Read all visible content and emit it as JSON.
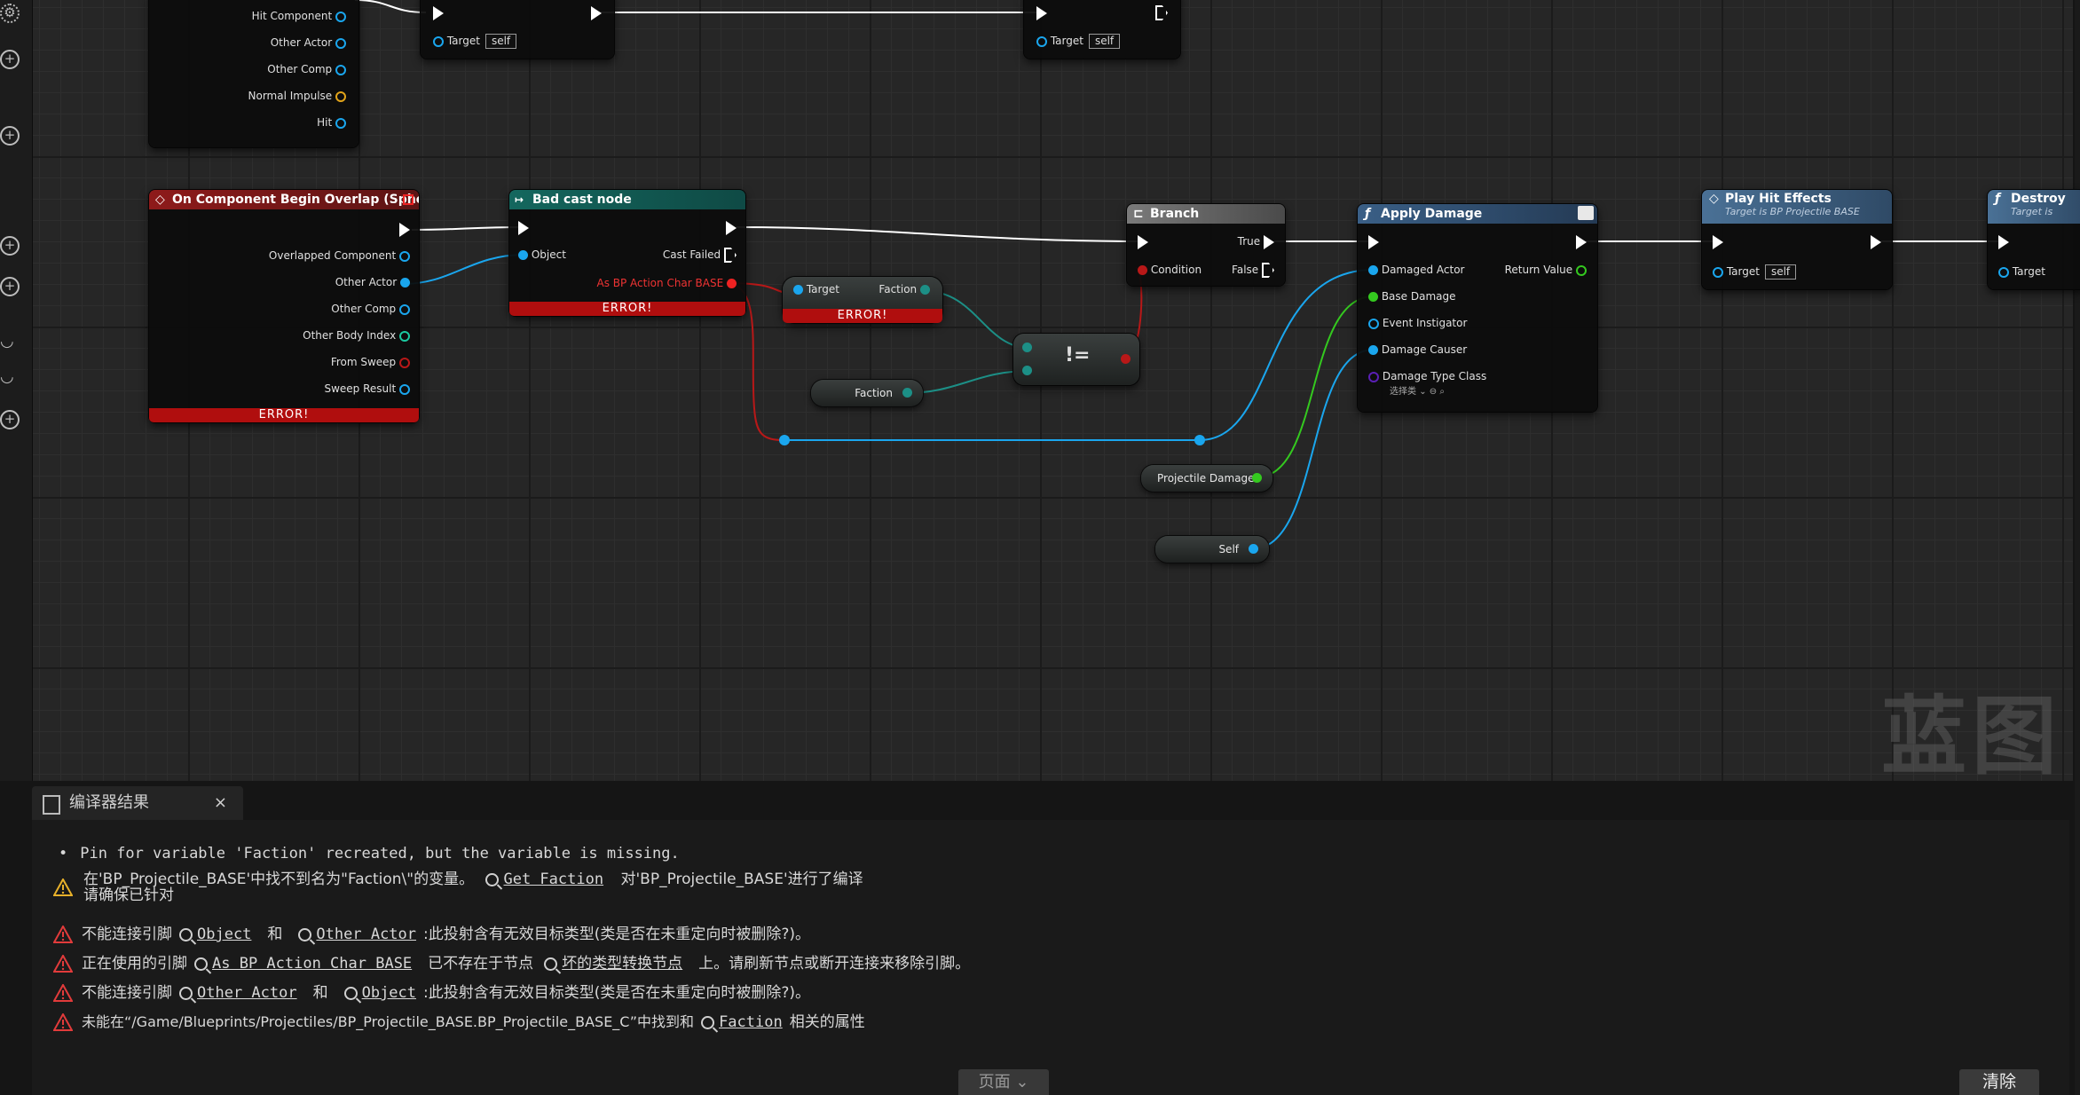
{
  "graph": {
    "watermark": "蓝图",
    "top_event": {
      "pins": [
        "Hit Component",
        "Other Actor",
        "Other Comp",
        "Normal Impulse",
        "Hit"
      ]
    },
    "top_call_1": {
      "target_label": "Target",
      "target_value": "self"
    },
    "top_call_2": {
      "target_label": "Target",
      "target_value": "self"
    },
    "overlap_event": {
      "title": "On Component Begin Overlap (Sphere)",
      "pins": [
        "Overlapped Component",
        "Other Actor",
        "Other Comp",
        "Other Body Index",
        "From Sweep",
        "Sweep Result"
      ],
      "error": "ERROR!"
    },
    "cast_node": {
      "title": "Bad cast node",
      "object_pin": "Object",
      "cast_failed_pin": "Cast Failed",
      "as_pin": "As BP Action Char BASE",
      "error": "ERROR!"
    },
    "faction_get": {
      "target": "Target",
      "faction": "Faction",
      "error": "ERROR!"
    },
    "faction_var": {
      "label": "Faction"
    },
    "not_equal": {
      "symbol": "!="
    },
    "branch": {
      "title": "Branch",
      "condition": "Condition",
      "true_label": "True",
      "false_label": "False"
    },
    "apply_damage": {
      "title": "Apply Damage",
      "pins": [
        "Damaged Actor",
        "Base Damage",
        "Event Instigator",
        "Damage Causer",
        "Damage Type Class"
      ],
      "return_value": "Return Value",
      "class_select": "选择类"
    },
    "projectile_damage": {
      "label": "Projectile Damage"
    },
    "self_node": {
      "label": "Self"
    },
    "play_hit_effects": {
      "title": "Play Hit Effects",
      "subtitle": "Target is BP Projectile BASE",
      "target_label": "Target",
      "target_value": "self"
    },
    "destroy": {
      "title": "Destroy",
      "subtitle": "Target is",
      "target_label": "Target"
    }
  },
  "panel": {
    "tab_title": "编译器结果",
    "close_glyph": "×",
    "messages": [
      {
        "type": "info",
        "text": "Pin for variable 'Faction' recreated, but the variable is missing."
      },
      {
        "type": "warning",
        "pre": "在'BP_Projectile_BASE'中找不到名为\"Faction\\\"的变量。",
        "link": "Get Faction",
        "post": "对'BP_Projectile_BASE'进行了编译",
        "line2": "请确保已针对"
      },
      {
        "type": "error",
        "a": "不能连接引脚",
        "l1": "Object",
        "b": "和",
        "l2": "Other Actor",
        "c": ":此投射含有无效目标类型(类是否在未重定向时被删除?)。"
      },
      {
        "type": "error",
        "a": "正在使用的引脚",
        "l1": "As BP Action Char BASE",
        "b": "已不存在于节点",
        "l2": "坏的类型转换节点",
        "c": "上。请刷新节点或断开连接来移除引脚。"
      },
      {
        "type": "error",
        "a": "不能连接引脚",
        "l1": "Other Actor",
        "b": "和",
        "l2": "Object",
        "c": ":此投射含有无效目标类型(类是否在未重定向时被删除?)。"
      },
      {
        "type": "error",
        "a": "未能在“/Game/Blueprints/Projectiles/BP_Projectile_BASE.BP_Projectile_BASE_C”中找到和",
        "l1": "Faction",
        "c": "相关的属性"
      }
    ],
    "page_button": "页面",
    "clear_button": "清除"
  },
  "colors": {
    "exec": "#ffffff",
    "object_pin": "#1aa6ee",
    "float_pin": "#34c91f",
    "bool_pin": "#b81818",
    "struct_pin": "#1c8f86",
    "error_bar": "#b00e0e",
    "event_header": "#8e1a1a",
    "cast_header": "#14675e",
    "function_header": "#3a5f86"
  }
}
